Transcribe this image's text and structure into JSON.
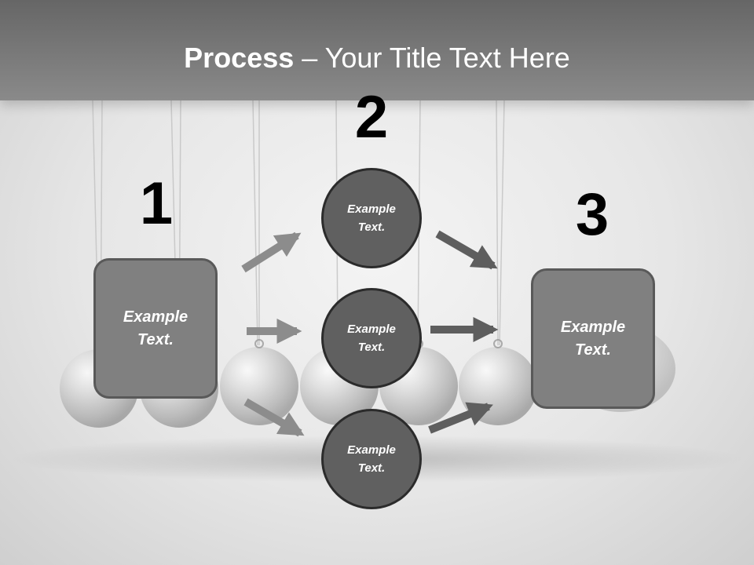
{
  "title": {
    "bold": "Process",
    "rest": " – Your Title Text Here"
  },
  "steps": [
    {
      "number": "1",
      "box_line1": "Example",
      "box_line2": "Text."
    },
    {
      "number": "2"
    },
    {
      "number": "3",
      "box_line1": "Example",
      "box_line2": "Text."
    }
  ],
  "circles": [
    {
      "line1": "Example",
      "line2": "Text."
    },
    {
      "line1": "Example",
      "line2": "Text."
    },
    {
      "line1": "Example",
      "line2": "Text."
    }
  ],
  "colors": {
    "title_bar": "#777777",
    "box_fill": "#808080",
    "circle_fill": "#606060",
    "arrow": "#7f7f7f"
  }
}
